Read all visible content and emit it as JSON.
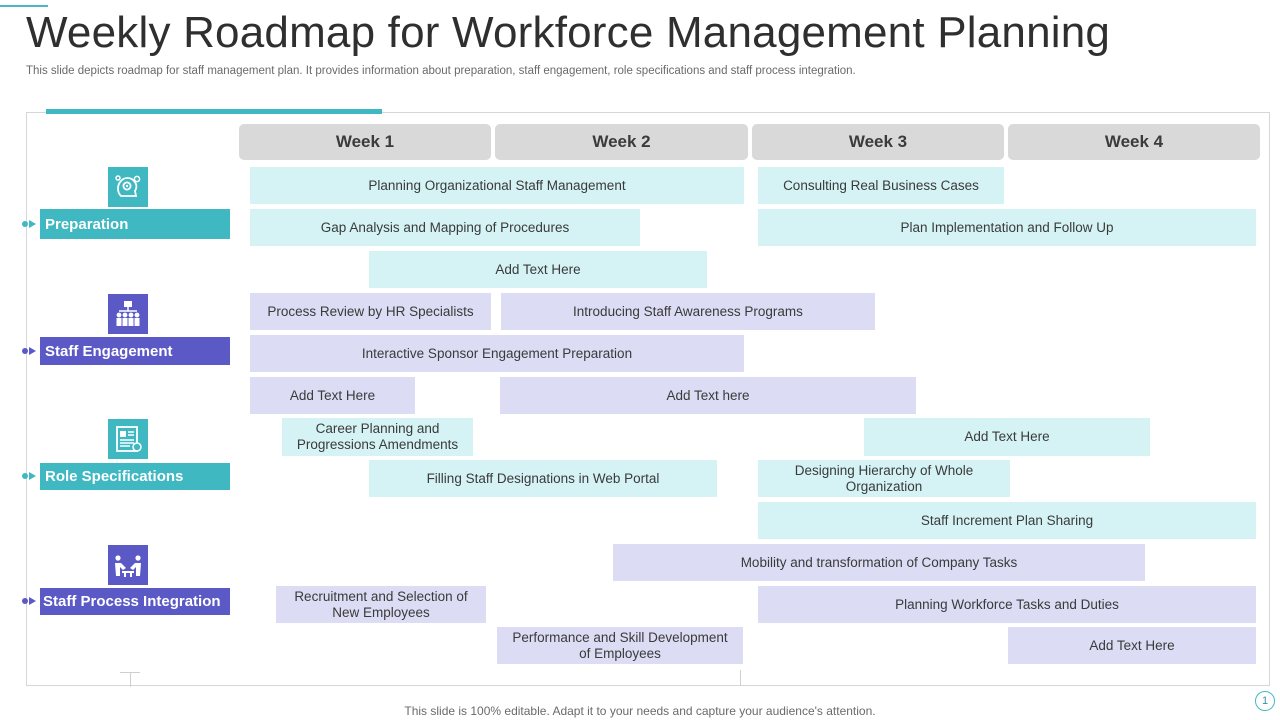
{
  "title": "Weekly Roadmap for Workforce Management Planning",
  "subtitle": "This slide depicts roadmap for staff management plan. It provides information about preparation, staff engagement, role specifications and staff process integration.",
  "weeks": [
    "Week 1",
    "Week 2",
    "Week 3",
    "Week 4"
  ],
  "categories": [
    {
      "label": "Preparation",
      "icon": "brain-gears-icon",
      "color": "#3fb8c1"
    },
    {
      "label": "Staff Engagement",
      "icon": "team-hierarchy-icon",
      "color": "#5b59c6"
    },
    {
      "label": "Role Specifications",
      "icon": "document-report-icon",
      "color": "#3fb8c1"
    },
    {
      "label": "Staff Process Integration",
      "icon": "handshake-meeting-icon",
      "color": "#5b59c6"
    }
  ],
  "tasks": [
    {
      "text": "Planning Organizational Staff Management"
    },
    {
      "text": "Consulting Real Business Cases"
    },
    {
      "text": "Gap Analysis and Mapping of Procedures"
    },
    {
      "text": "Plan Implementation and Follow Up"
    },
    {
      "text": "Add Text Here"
    },
    {
      "text": "Process Review by HR Specialists"
    },
    {
      "text": "Introducing Staff Awareness Programs"
    },
    {
      "text": "Interactive Sponsor Engagement Preparation"
    },
    {
      "text": "Add Text Here"
    },
    {
      "text": "Add Text here"
    },
    {
      "text": "Career Planning and Progressions Amendments"
    },
    {
      "text": "Add Text Here"
    },
    {
      "text": "Filling Staff Designations in Web Portal"
    },
    {
      "text": "Designing Hierarchy of Whole Organization"
    },
    {
      "text": "Staff Increment Plan Sharing"
    },
    {
      "text": "Mobility and transformation of Company Tasks"
    },
    {
      "text": "Recruitment and Selection of New Employees"
    },
    {
      "text": "Planning Workforce Tasks and Duties"
    },
    {
      "text": "Performance and Skill Development of Employees"
    },
    {
      "text": "Add Text Here"
    }
  ],
  "footer": "This slide is 100% editable. Adapt it to your needs and capture your audience's attention.",
  "page_number": "1",
  "colors": {
    "teal": "#3fb8c1",
    "violet": "#5b59c6",
    "teal_light": "#d5f3f5",
    "violet_light": "#dcdcf5",
    "header_gray": "#d9d9d9"
  }
}
